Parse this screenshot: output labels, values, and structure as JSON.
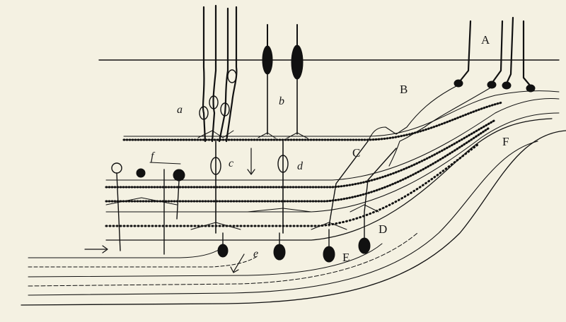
{
  "labels": {
    "A": "A",
    "B": "B",
    "C": "C",
    "D": "D",
    "E": "E",
    "F": "F",
    "a": "a",
    "b": "b",
    "c": "c",
    "d": "d",
    "e": "e",
    "f": "f"
  },
  "colors": {
    "background": "#f4f1e2",
    "ink": "#111111"
  }
}
